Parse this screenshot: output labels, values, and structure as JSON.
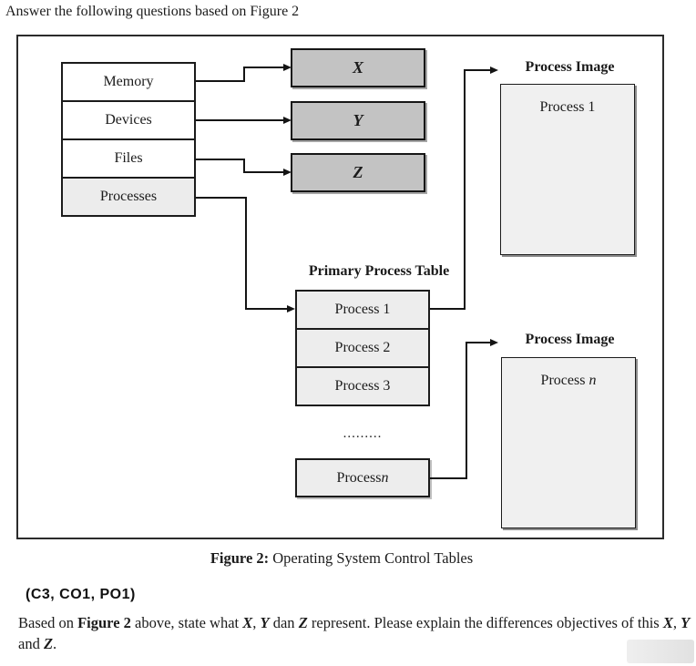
{
  "page": {
    "intro": "Answer the following questions based on Figure 2",
    "course_codes": "(C3, CO1, PO1)"
  },
  "figure": {
    "resource_table": {
      "rows": [
        "Memory",
        "Devices",
        "Files",
        "Processes"
      ]
    },
    "control_tables": [
      "X",
      "Y",
      "Z"
    ],
    "primary_process_table": {
      "title": "Primary Process Table",
      "rows": [
        "Process 1",
        "Process 2",
        "Process 3"
      ],
      "ellipsis": ".........",
      "last_row_prefix": "Process ",
      "last_row_var": "n"
    },
    "process_image_top": {
      "title": "Process Image",
      "label": "Process 1"
    },
    "process_image_bottom": {
      "title": "Process Image",
      "label_prefix": "Process ",
      "label_var": "n"
    }
  },
  "caption": {
    "bold": "Figure 2:",
    "rest": " Operating System Control Tables"
  },
  "question": {
    "segments": {
      "s1": "Based on ",
      "s2": "Figure 2",
      "s3": " above, state what ",
      "s4": "X",
      "s5": ", ",
      "s6": "Y",
      "s7": " dan ",
      "s8": "Z",
      "s9": " represent. Please explain the differences objectives of this ",
      "s10": "X",
      "s11": ", ",
      "s12": "Y",
      "s13": " and ",
      "s14": "Z",
      "s15": "."
    }
  },
  "colors": {
    "xyz_fill": "#c3c3c3",
    "table_row_fill": "#ededed",
    "image_fill": "#f0f0f0",
    "processes_fill": "#ececec",
    "line": "#141414"
  }
}
